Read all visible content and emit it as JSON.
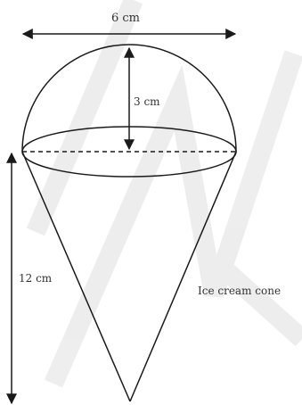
{
  "labels": {
    "diameter": "6 cm",
    "radius": "3 cm",
    "cone_height": "12 cm",
    "caption": "Ice cream cone"
  },
  "colors": {
    "stroke": "#1a1a1a",
    "text": "#333333",
    "watermark": "#e6e6e6"
  }
}
